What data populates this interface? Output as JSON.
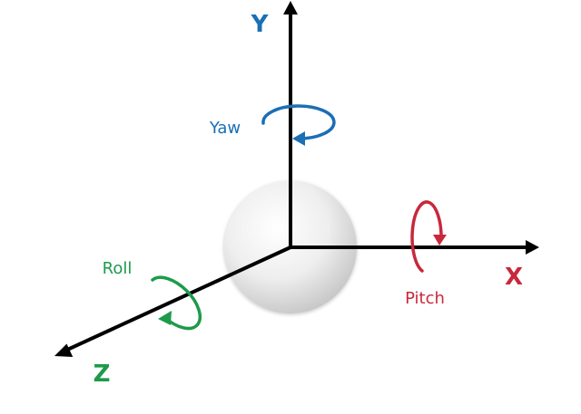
{
  "axes": {
    "x": {
      "label": "X",
      "color": "#c8283c"
    },
    "y": {
      "label": "Y",
      "color": "#1a6fb5"
    },
    "z": {
      "label": "Z",
      "color": "#1e9a4a"
    }
  },
  "rotations": {
    "yaw": {
      "label": "Yaw",
      "color": "#1a6fb5"
    },
    "pitch": {
      "label": "Pitch",
      "color": "#c8283c"
    },
    "roll": {
      "label": "Roll",
      "color": "#1e9a4a"
    }
  },
  "colors": {
    "axis_line": "#000000",
    "sphere_light": "#ffffff",
    "sphere_dark": "#c8c8c8"
  }
}
